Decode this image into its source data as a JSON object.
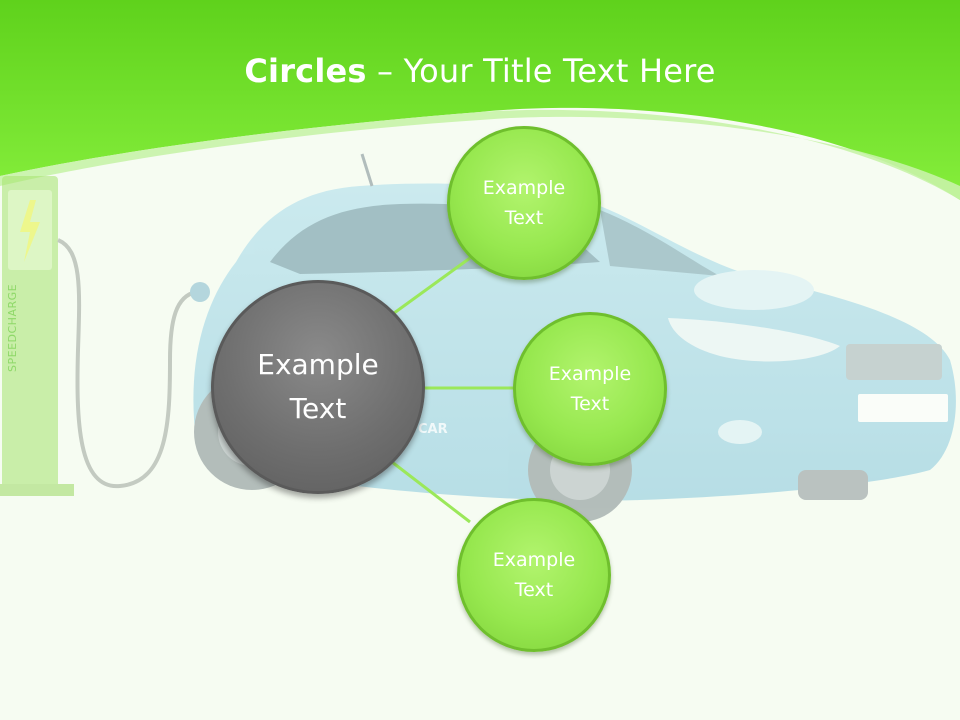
{
  "slide": {
    "title_bold": "Circles",
    "title_rest": " – Your Title Text Here",
    "pump_text": "SPEEDCHARGE",
    "car_text": "CAR"
  },
  "diagram": {
    "center": {
      "label": "Example\nText",
      "color": "#6e6e6e"
    },
    "nodes": [
      {
        "label": "Example\nText",
        "color": "#9ae852"
      },
      {
        "label": "Example\nText",
        "color": "#9ae852"
      },
      {
        "label": "Example\nText",
        "color": "#9ae852"
      }
    ],
    "connector_color": "#9be85a"
  },
  "colors": {
    "header_green": "#6ee025",
    "background": "#f6fcf2",
    "car_blue": "#8fd0e4"
  }
}
